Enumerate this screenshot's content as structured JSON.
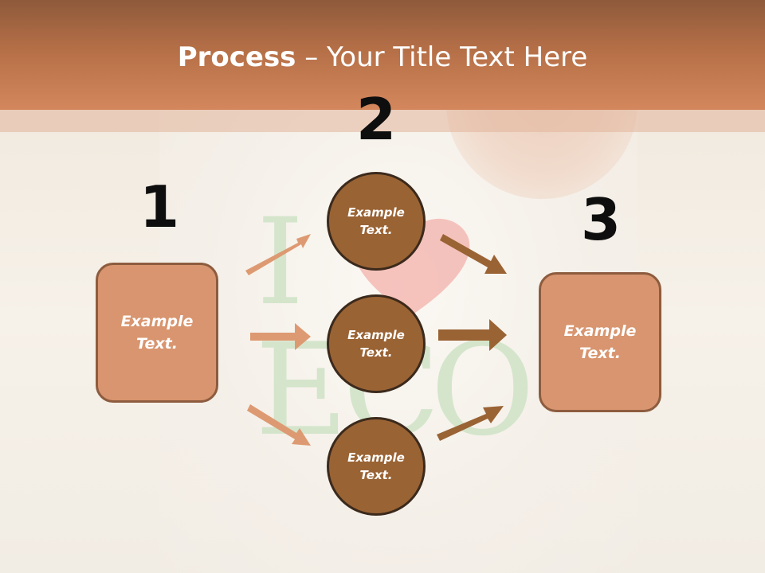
{
  "title": {
    "bold": "Process",
    "rest": " – Your Title Text Here"
  },
  "watermark": {
    "letter_i": "I",
    "letters_eco": [
      "E",
      "C",
      "O"
    ]
  },
  "steps": {
    "step1": {
      "number": "1",
      "text": "Example Text."
    },
    "step2": {
      "number": "2",
      "circles": [
        "Example Text.",
        "Example Text.",
        "Example Text."
      ]
    },
    "step3": {
      "number": "3",
      "text": "Example Text."
    }
  },
  "colors": {
    "header": "#b56f47",
    "box_fill": "#d8956f",
    "circle_fill": "#9a6334",
    "arrow_light": "#dd9a72",
    "arrow_dark": "#9a6334"
  }
}
